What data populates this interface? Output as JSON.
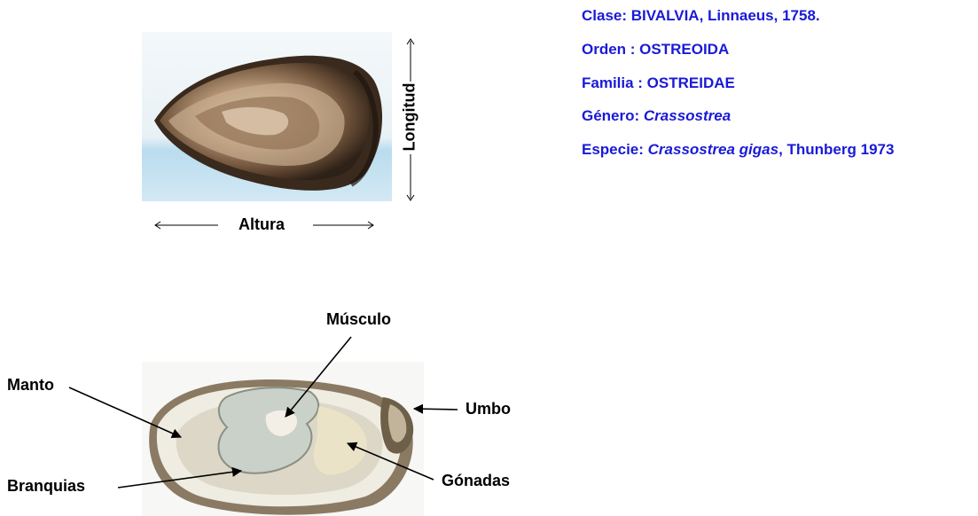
{
  "taxonomy": {
    "clase": "Clase: BIVALVIA, Linnaeus, 1758.",
    "orden": "Orden : OSTREOIDA",
    "familia": "Familia : OSTREIDAE",
    "genero_prefix": "Género: ",
    "genero_name": "Crassostrea",
    "especie_prefix": "Especie: ",
    "especie_name": "Crassostrea gigas",
    "especie_suffix": ", Thunberg 1973"
  },
  "top_figure": {
    "height_label": "Altura",
    "length_label": "Longitud"
  },
  "bottom_figure": {
    "labels": {
      "musculo": "Músculo",
      "manto": "Manto",
      "umbo": "Umbo",
      "branquias": "Branquias",
      "gonadas": "Gónadas"
    }
  },
  "colors": {
    "taxonomy_text": "#1a1ad6",
    "labels": "#000000"
  }
}
